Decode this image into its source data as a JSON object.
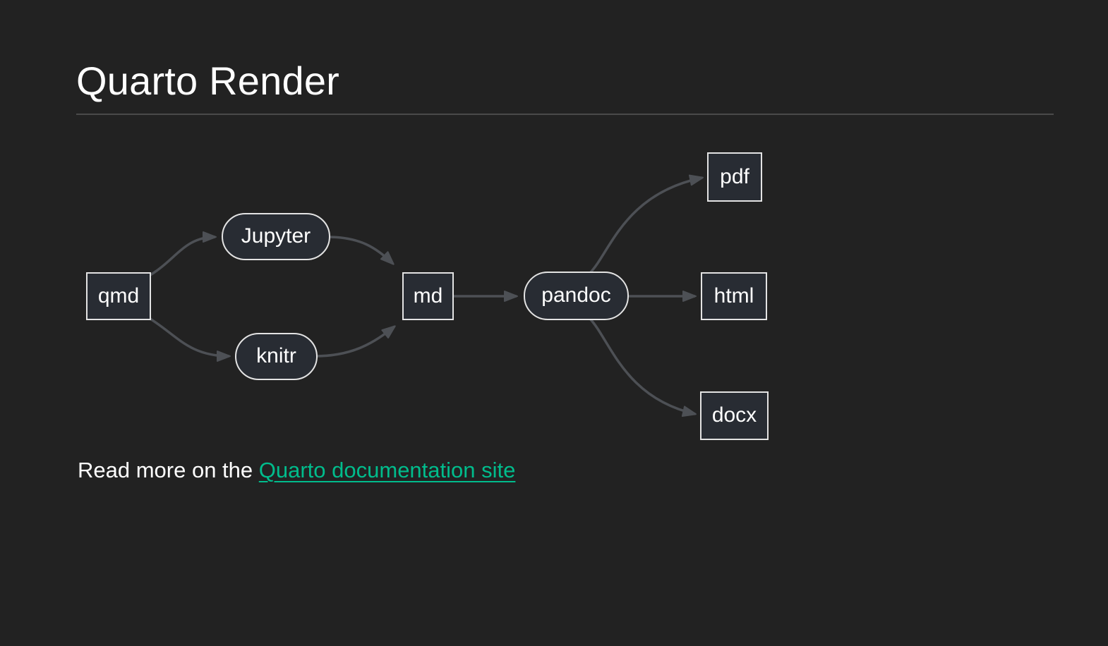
{
  "page": {
    "title": "Quarto Render",
    "read_more_prefix": "Read more on the ",
    "link_text": "Quarto documentation site"
  },
  "colors": {
    "background": "#222222",
    "node_fill": "#282c33",
    "node_border": "#e3e3e3",
    "edge": "#4d5055",
    "link": "#00bc8c",
    "divider": "#4a4a4a",
    "text": "#ffffff"
  },
  "diagram": {
    "type": "flowchart-left-to-right",
    "nodes": [
      {
        "id": "qmd",
        "label": "qmd",
        "shape": "rect"
      },
      {
        "id": "jupyter",
        "label": "Jupyter",
        "shape": "stadium"
      },
      {
        "id": "knitr",
        "label": "knitr",
        "shape": "stadium"
      },
      {
        "id": "md",
        "label": "md",
        "shape": "rect"
      },
      {
        "id": "pandoc",
        "label": "pandoc",
        "shape": "stadium"
      },
      {
        "id": "pdf",
        "label": "pdf",
        "shape": "rect"
      },
      {
        "id": "html",
        "label": "html",
        "shape": "rect"
      },
      {
        "id": "docx",
        "label": "docx",
        "shape": "rect"
      }
    ],
    "edges": [
      {
        "from": "qmd",
        "to": "jupyter"
      },
      {
        "from": "qmd",
        "to": "knitr"
      },
      {
        "from": "jupyter",
        "to": "md"
      },
      {
        "from": "knitr",
        "to": "md"
      },
      {
        "from": "md",
        "to": "pandoc"
      },
      {
        "from": "pandoc",
        "to": "pdf"
      },
      {
        "from": "pandoc",
        "to": "html"
      },
      {
        "from": "pandoc",
        "to": "docx"
      }
    ]
  }
}
